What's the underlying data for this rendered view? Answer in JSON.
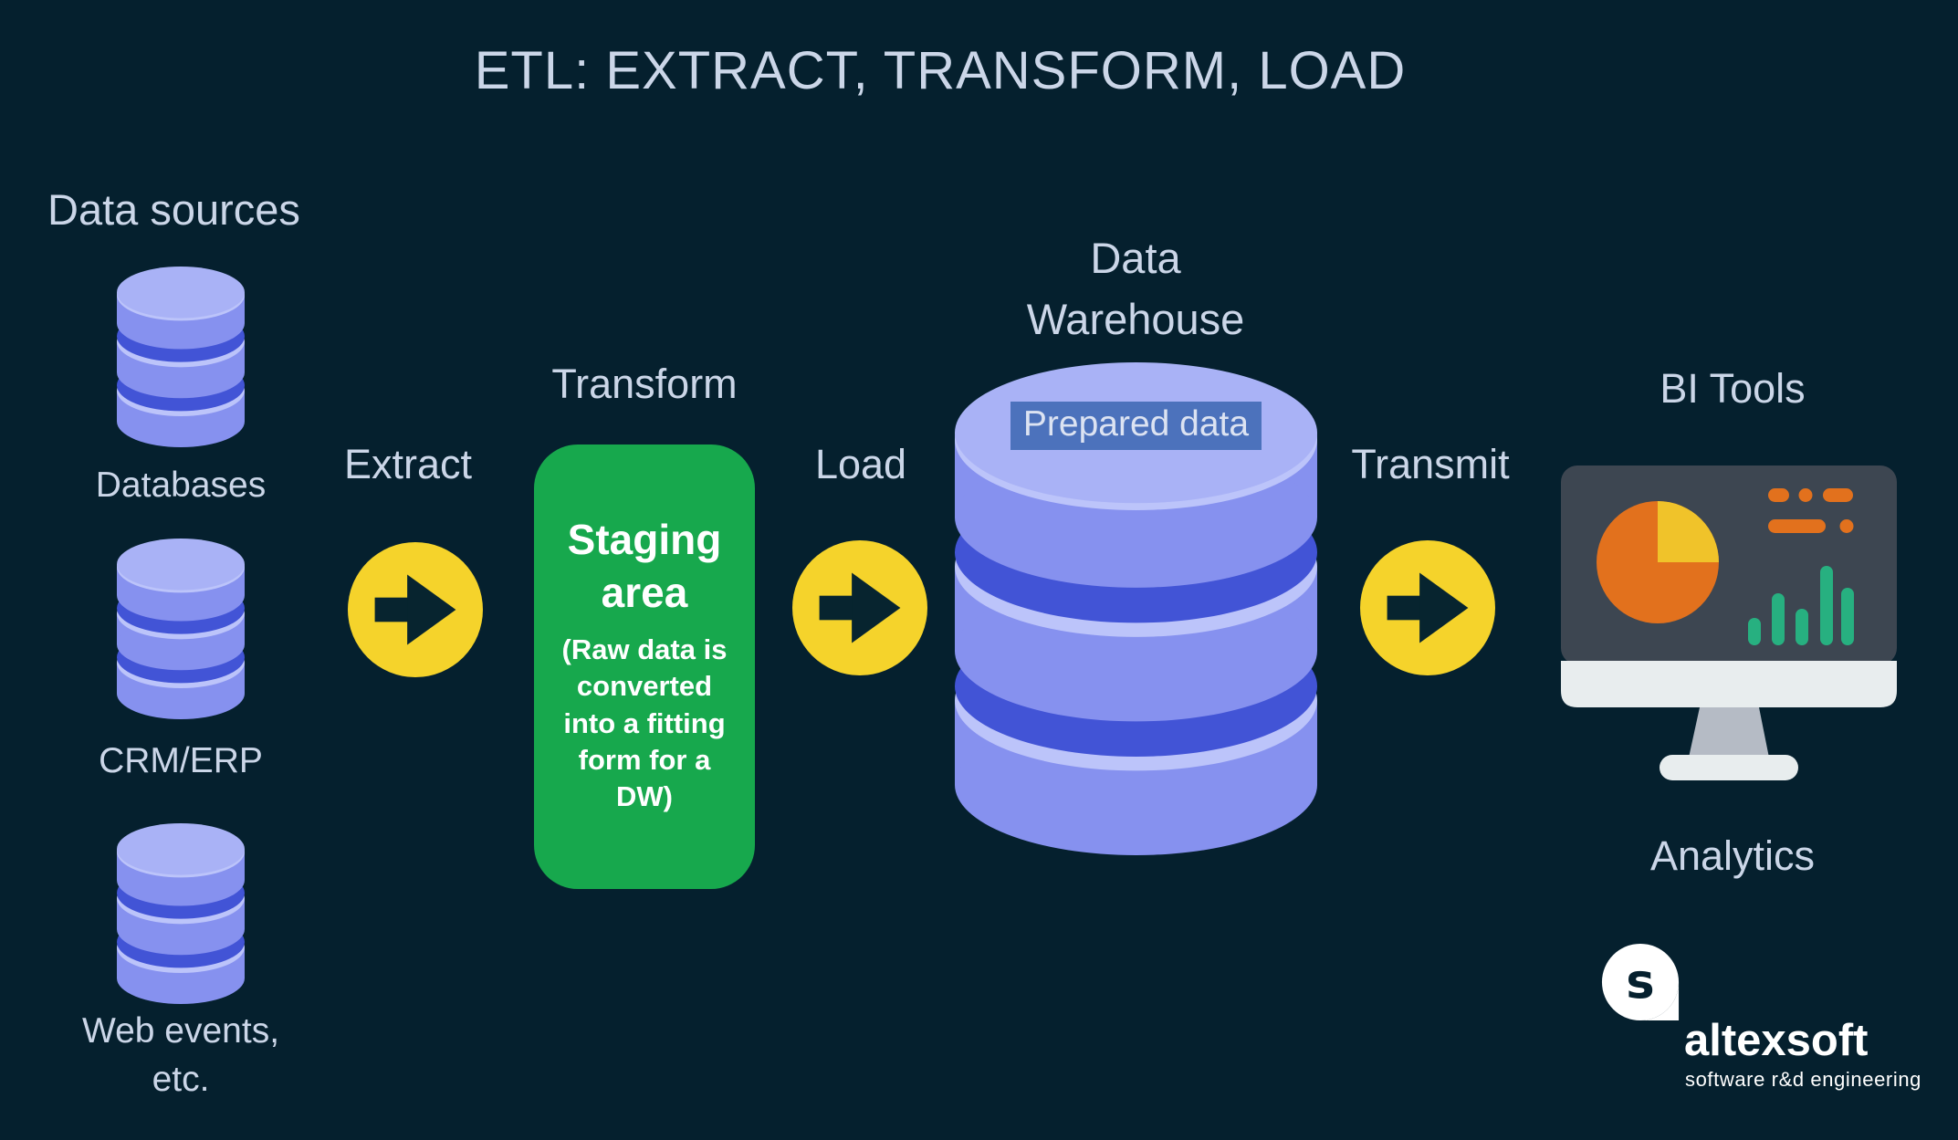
{
  "title": "ETL: EXTRACT, TRANSFORM, LOAD",
  "data_sources": {
    "heading": "Data sources",
    "items": [
      {
        "label": "Databases"
      },
      {
        "label": "CRM/ERP"
      },
      {
        "label": "Web events, etc."
      }
    ]
  },
  "flow": {
    "extract": "Extract",
    "transform": "Transform",
    "load": "Load",
    "transmit": "Transmit"
  },
  "staging": {
    "title": "Staging area",
    "note": "(Raw data is converted into a fitting form for a DW)"
  },
  "warehouse": {
    "title": "Data Warehouse",
    "badge": "Prepared data"
  },
  "bi": {
    "title": "BI Tools",
    "caption": "Analytics"
  },
  "brand": {
    "name": "altexsoft",
    "tagline": "software r&d engineering"
  },
  "icons": {
    "database": "database-cylinder-stack",
    "arrow": "right-arrow-in-circle",
    "monitor": "bi-dashboard-monitor",
    "logo": "altexsoft-speech-bubble"
  },
  "colors": {
    "bg": "#05202e",
    "text": "#cbd6e8",
    "yellow": "#f5d32b",
    "arrow-dark": "#07242f",
    "green": "#17a84d",
    "cyl-body": "#8691ef",
    "cyl-top": "#a9b2f6",
    "cyl-rim": "#bcc4fa",
    "cyl-dark": "#4254d6",
    "badge-bg": "#4c72bc",
    "badge-text": "#dce3f2",
    "screen": "#3d4651",
    "bezel": "#e8edee",
    "stand": "#b5bbc5",
    "pie-orange": "#e2711d",
    "pie-yellow": "#f0c32a",
    "bar-green": "#27b080",
    "white": "#ffffff"
  }
}
